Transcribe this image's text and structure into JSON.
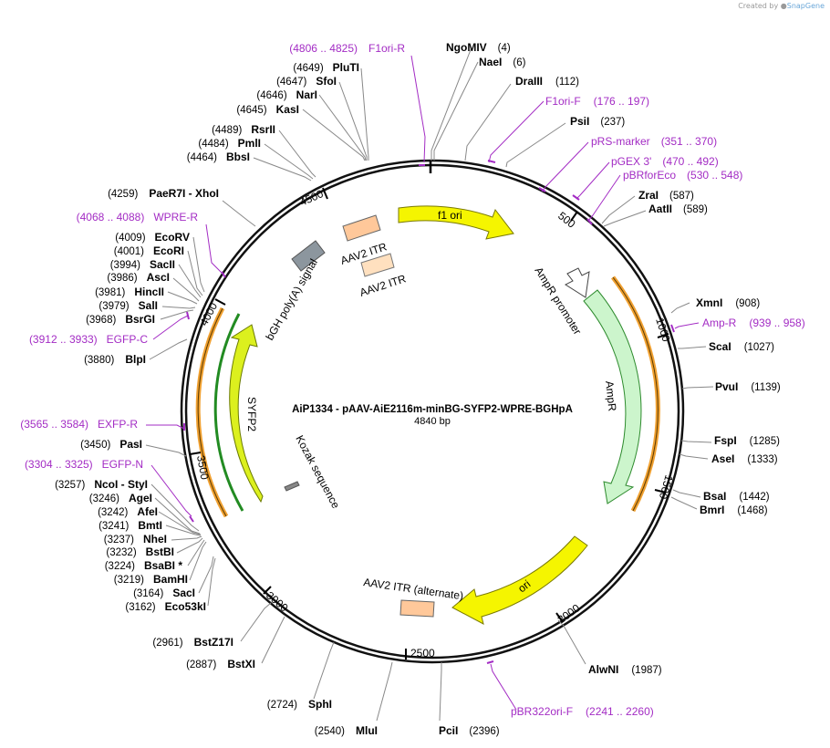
{
  "credit": {
    "prefix": "Created by",
    "brand": "SnapGene"
  },
  "plasmid": {
    "name": "AiP1334 - pAAV-AiE2116m-minBG-SYFP2-WPRE-BGHpA",
    "length_label": "4840 bp",
    "length": 4840
  },
  "colors": {
    "primer": "#a32cc4",
    "ori": "#f5f500",
    "ampr": "#ccf5cc",
    "itr": "#ffc89a",
    "itr_light": "#ffe0bf",
    "syfp2": "#dcf01e",
    "polyA": "#8c969e",
    "orange_bar": "#f0a030",
    "green_bar": "#228b22"
  },
  "enzymes": [
    {
      "name": "NgoMIV",
      "pos": "(4)"
    },
    {
      "name": "NaeI",
      "pos": "(6)"
    },
    {
      "name": "DraIII",
      "pos": "(112)"
    },
    {
      "name": "PsiI",
      "pos": "(237)"
    },
    {
      "name": "ZraI",
      "pos": "(587)"
    },
    {
      "name": "AatII",
      "pos": "(589)"
    },
    {
      "name": "XmnI",
      "pos": "(908)"
    },
    {
      "name": "ScaI",
      "pos": "(1027)"
    },
    {
      "name": "PvuI",
      "pos": "(1139)"
    },
    {
      "name": "FspI",
      "pos": "(1285)"
    },
    {
      "name": "AseI",
      "pos": "(1333)"
    },
    {
      "name": "BsaI",
      "pos": "(1442)"
    },
    {
      "name": "BmrI",
      "pos": "(1468)"
    },
    {
      "name": "AlwNI",
      "pos": "(1987)"
    },
    {
      "name": "PciI",
      "pos": "(2396)"
    },
    {
      "name": "MluI",
      "pos": "(2540)"
    },
    {
      "name": "SphI",
      "pos": "(2724)"
    },
    {
      "name": "BstXI",
      "pos": "(2887)"
    },
    {
      "name": "BstZ17I",
      "pos": "(2961)"
    },
    {
      "name": "Eco53kI",
      "pos": "(3162)"
    },
    {
      "name": "SacI",
      "pos": "(3164)"
    },
    {
      "name": "BamHI",
      "pos": "(3219)"
    },
    {
      "name": "BsaBI *",
      "pos": "(3224)"
    },
    {
      "name": "BstBI",
      "pos": "(3232)"
    },
    {
      "name": "NheI",
      "pos": "(3237)"
    },
    {
      "name": "BmtI",
      "pos": "(3241)"
    },
    {
      "name": "AfeI",
      "pos": "(3242)"
    },
    {
      "name": "AgeI",
      "pos": "(3246)"
    },
    {
      "name": "NcoI - StyI",
      "pos": "(3257)"
    },
    {
      "name": "PasI",
      "pos": "(3450)"
    },
    {
      "name": "BlpI",
      "pos": "(3880)"
    },
    {
      "name": "BsrGI",
      "pos": "(3968)"
    },
    {
      "name": "SalI",
      "pos": "(3979)"
    },
    {
      "name": "HincII",
      "pos": "(3981)"
    },
    {
      "name": "AscI",
      "pos": "(3986)"
    },
    {
      "name": "SacII",
      "pos": "(3994)"
    },
    {
      "name": "EcoRI",
      "pos": "(4001)"
    },
    {
      "name": "EcoRV",
      "pos": "(4009)"
    },
    {
      "name": "PaeR7I - XhoI",
      "pos": "(4259)"
    },
    {
      "name": "BbsI",
      "pos": "(4464)"
    },
    {
      "name": "PmlI",
      "pos": "(4484)"
    },
    {
      "name": "RsrII",
      "pos": "(4489)"
    },
    {
      "name": "KasI",
      "pos": "(4645)"
    },
    {
      "name": "NarI",
      "pos": "(4646)"
    },
    {
      "name": "SfoI",
      "pos": "(4647)"
    },
    {
      "name": "PluTI",
      "pos": "(4649)"
    }
  ],
  "primers": [
    {
      "name": "F1ori-R",
      "range": "(4806 .. 4825)"
    },
    {
      "name": "F1ori-F",
      "range": "(176 .. 197)"
    },
    {
      "name": "pRS-marker",
      "range": "(351 .. 370)"
    },
    {
      "name": "pGEX 3'",
      "range": "(470 .. 492)"
    },
    {
      "name": "pBRforEco",
      "range": "(530 .. 548)"
    },
    {
      "name": "Amp-R",
      "range": "(939 .. 958)"
    },
    {
      "name": "pBR322ori-F",
      "range": "(2241 .. 2260)"
    },
    {
      "name": "EGFP-C",
      "range": "(3912 .. 3933)"
    },
    {
      "name": "EXFP-R",
      "range": "(3565 .. 3584)"
    },
    {
      "name": "EGFP-N",
      "range": "(3304 .. 3325)"
    },
    {
      "name": "WPRE-R",
      "range": "(4068 .. 4088)"
    }
  ],
  "features": [
    {
      "name": "f1 ori"
    },
    {
      "name": "AAV2 ITR"
    },
    {
      "name": "AAV2 ITR"
    },
    {
      "name": "bGH poly(A) signal"
    },
    {
      "name": "AmpR promoter"
    },
    {
      "name": "AmpR"
    },
    {
      "name": "ori"
    },
    {
      "name": "AAV2 ITR (alternate)"
    },
    {
      "name": "SYFP2"
    },
    {
      "name": "Kozak sequence"
    }
  ],
  "ticks": [
    "500",
    "1000",
    "1500",
    "2000",
    "2500",
    "3000",
    "3500",
    "4000",
    "4500"
  ]
}
